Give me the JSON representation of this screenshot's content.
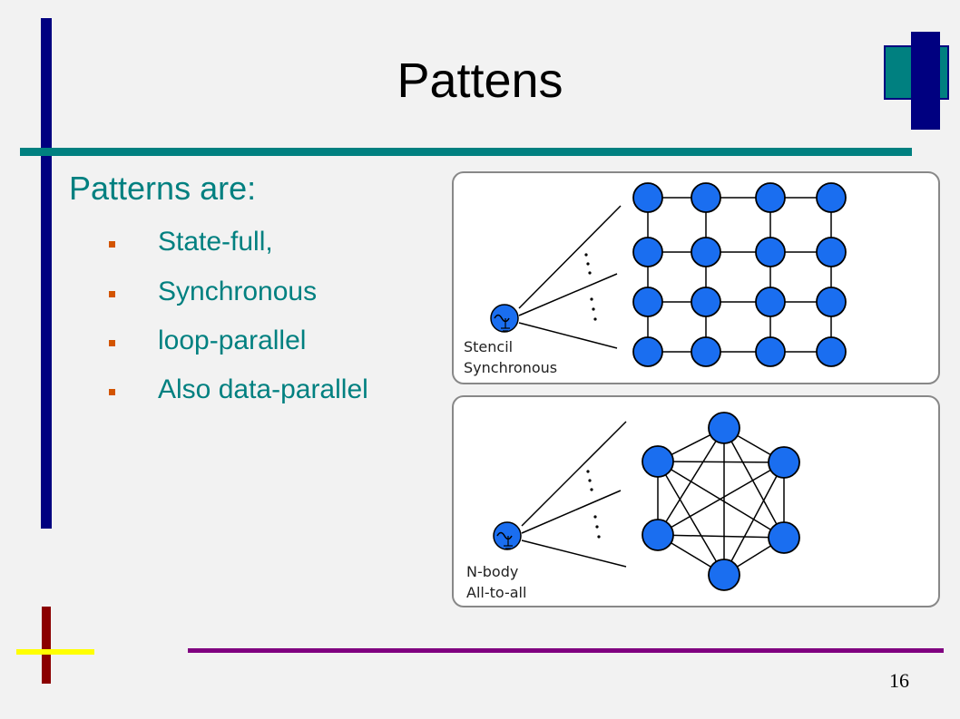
{
  "slide": {
    "title": "Pattens",
    "subheading": "Patterns are:",
    "bullets": [
      "State-full,",
      "Synchronous",
      "loop-parallel",
      "Also data-parallel"
    ],
    "page_number": "16"
  },
  "diagrams": {
    "stencil": {
      "label_line1": "Stencil",
      "label_line2": "Synchronous",
      "grid_rows": 4,
      "grid_cols": 4
    },
    "nbody": {
      "label_line1": "N-body",
      "label_line2": "All-to-all",
      "node_count": 6
    }
  },
  "colors": {
    "accent_teal": "#008080",
    "accent_navy": "#000080",
    "accent_darkred": "#8b0000",
    "accent_yellow": "#ffff00",
    "accent_purple": "#800080",
    "node_blue": "#1a6ef0"
  }
}
